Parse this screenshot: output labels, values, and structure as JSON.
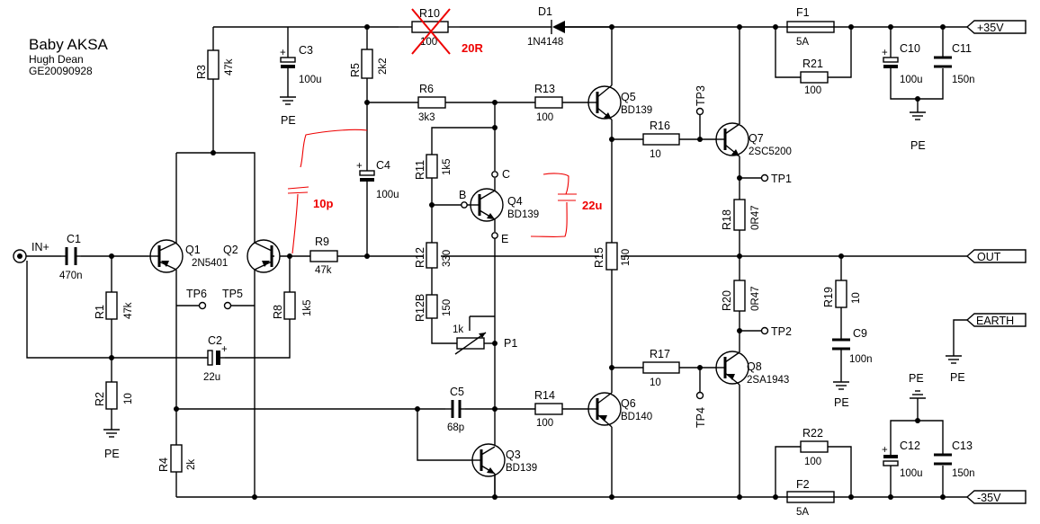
{
  "title": {
    "name": "Baby AKSA",
    "author": "Hugh Dean",
    "code": "GE20090928"
  },
  "ports": {
    "in": "IN+",
    "pos_rail": "+35V",
    "out": "OUT",
    "earth": "EARTH",
    "neg_rail": "-35V"
  },
  "ground": "PE",
  "components": {
    "R1": {
      "ref": "R1",
      "value": "47k"
    },
    "R2": {
      "ref": "R2",
      "value": "10"
    },
    "R3": {
      "ref": "R3",
      "value": "47k"
    },
    "R4": {
      "ref": "R4",
      "value": "2k"
    },
    "R5": {
      "ref": "R5",
      "value": "2k2"
    },
    "R6": {
      "ref": "R6",
      "value": "3k3"
    },
    "R8": {
      "ref": "R8",
      "value": "1k5"
    },
    "R9": {
      "ref": "R9",
      "value": "47k"
    },
    "R10": {
      "ref": "R10",
      "value": "100"
    },
    "R11": {
      "ref": "R11",
      "value": "1k5"
    },
    "R12": {
      "ref": "R12",
      "value": "330"
    },
    "R12B": {
      "ref": "R12B",
      "value": "150"
    },
    "R13": {
      "ref": "R13",
      "value": "100"
    },
    "R14": {
      "ref": "R14",
      "value": "100"
    },
    "R15": {
      "ref": "R15",
      "value": "150"
    },
    "R16": {
      "ref": "R16",
      "value": "10"
    },
    "R17": {
      "ref": "R17",
      "value": "10"
    },
    "R18": {
      "ref": "R18",
      "value": "0R47"
    },
    "R19": {
      "ref": "R19",
      "value": "10"
    },
    "R20": {
      "ref": "R20",
      "value": "0R47"
    },
    "R21": {
      "ref": "R21",
      "value": "100"
    },
    "R22": {
      "ref": "R22",
      "value": "100"
    },
    "C1": {
      "ref": "C1",
      "value": "470n"
    },
    "C2": {
      "ref": "C2",
      "value": "22u"
    },
    "C3": {
      "ref": "C3",
      "value": "100u"
    },
    "C4": {
      "ref": "C4",
      "value": "100u"
    },
    "C5": {
      "ref": "C5",
      "value": "68p"
    },
    "C9": {
      "ref": "C9",
      "value": "100n"
    },
    "C10": {
      "ref": "C10",
      "value": "100u"
    },
    "C11": {
      "ref": "C11",
      "value": "150n"
    },
    "C12": {
      "ref": "C12",
      "value": "100u"
    },
    "C13": {
      "ref": "C13",
      "value": "150n"
    },
    "D1": {
      "ref": "D1",
      "value": "1N4148"
    },
    "F1": {
      "ref": "F1",
      "value": "5A"
    },
    "F2": {
      "ref": "F2",
      "value": "5A"
    },
    "P1": {
      "ref": "P1",
      "value": "1k"
    },
    "Q1": {
      "ref": "Q1",
      "value": "2N5401"
    },
    "Q2": {
      "ref": "Q2",
      "value": ""
    },
    "Q3": {
      "ref": "Q3",
      "value": "BD139"
    },
    "Q4": {
      "ref": "Q4",
      "value": "BD139"
    },
    "Q5": {
      "ref": "Q5",
      "value": "BD139"
    },
    "Q6": {
      "ref": "Q6",
      "value": "BD140"
    },
    "Q7": {
      "ref": "Q7",
      "value": "2SC5200"
    },
    "Q8": {
      "ref": "Q8",
      "value": "2SA1943"
    }
  },
  "testpoints": {
    "TP1": "TP1",
    "TP2": "TP2",
    "TP3": "TP3",
    "TP4": "TP4",
    "TP5": "TP5",
    "TP6": "TP6"
  },
  "pins": {
    "c": "C",
    "b": "B",
    "e": "E"
  },
  "annotations": {
    "r10_mod": "20R",
    "c_added": "10p",
    "c_q4": "22u"
  },
  "colors": {
    "ink": "#000000",
    "markup": "#e00000"
  }
}
